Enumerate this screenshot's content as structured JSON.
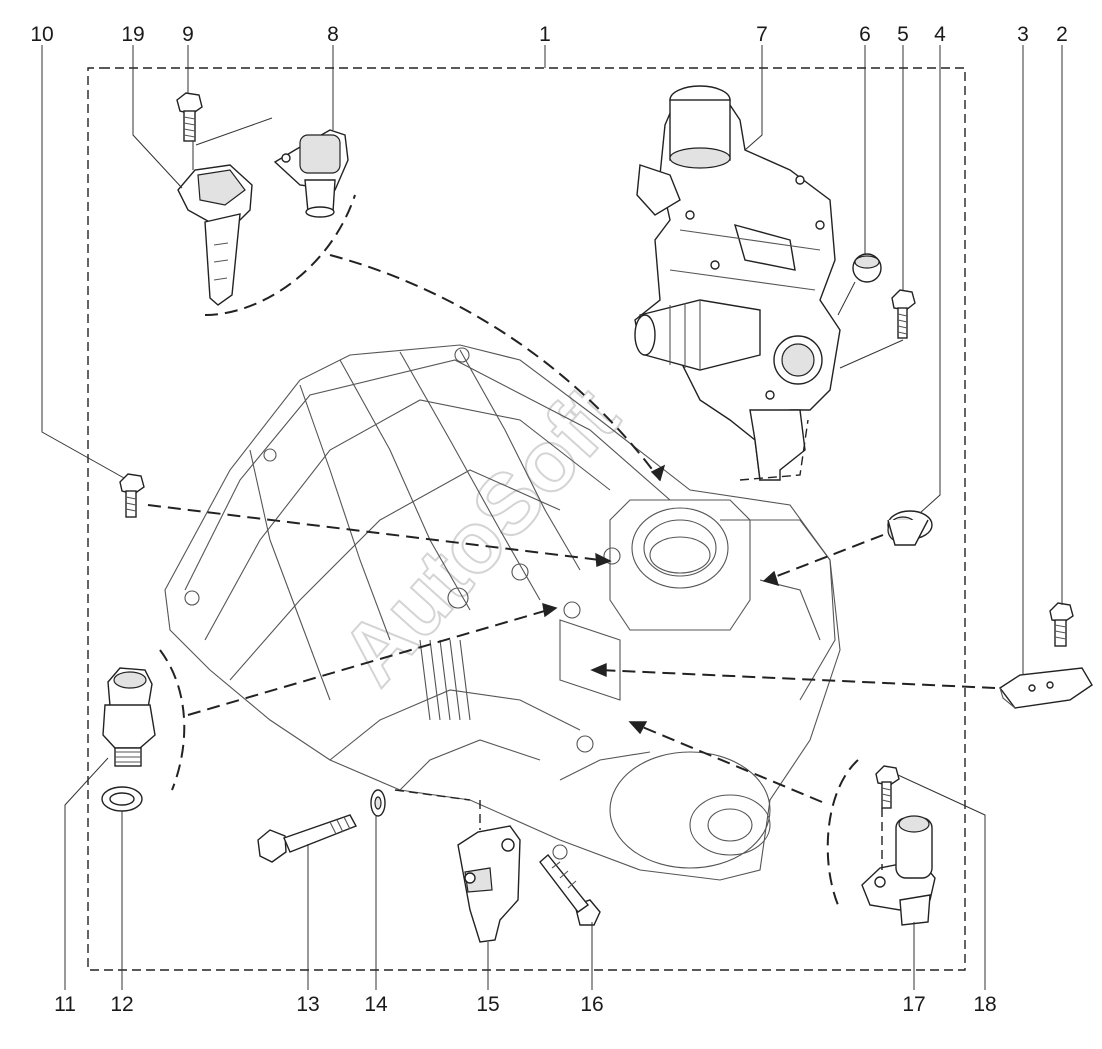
{
  "diagram": {
    "callouts": [
      {
        "id": "c1",
        "label": "1"
      },
      {
        "id": "c2",
        "label": "2"
      },
      {
        "id": "c3",
        "label": "3"
      },
      {
        "id": "c4",
        "label": "4"
      },
      {
        "id": "c5",
        "label": "5"
      },
      {
        "id": "c6",
        "label": "6"
      },
      {
        "id": "c7",
        "label": "7"
      },
      {
        "id": "c8",
        "label": "8"
      },
      {
        "id": "c9",
        "label": "9"
      },
      {
        "id": "c10",
        "label": "10"
      },
      {
        "id": "c11",
        "label": "11"
      },
      {
        "id": "c12",
        "label": "12"
      },
      {
        "id": "c13",
        "label": "13"
      },
      {
        "id": "c14",
        "label": "14"
      },
      {
        "id": "c15",
        "label": "15"
      },
      {
        "id": "c16",
        "label": "16"
      },
      {
        "id": "c17",
        "label": "17"
      },
      {
        "id": "c18",
        "label": "18"
      },
      {
        "id": "c19",
        "label": "19"
      }
    ],
    "watermark": "AutoSoft"
  }
}
